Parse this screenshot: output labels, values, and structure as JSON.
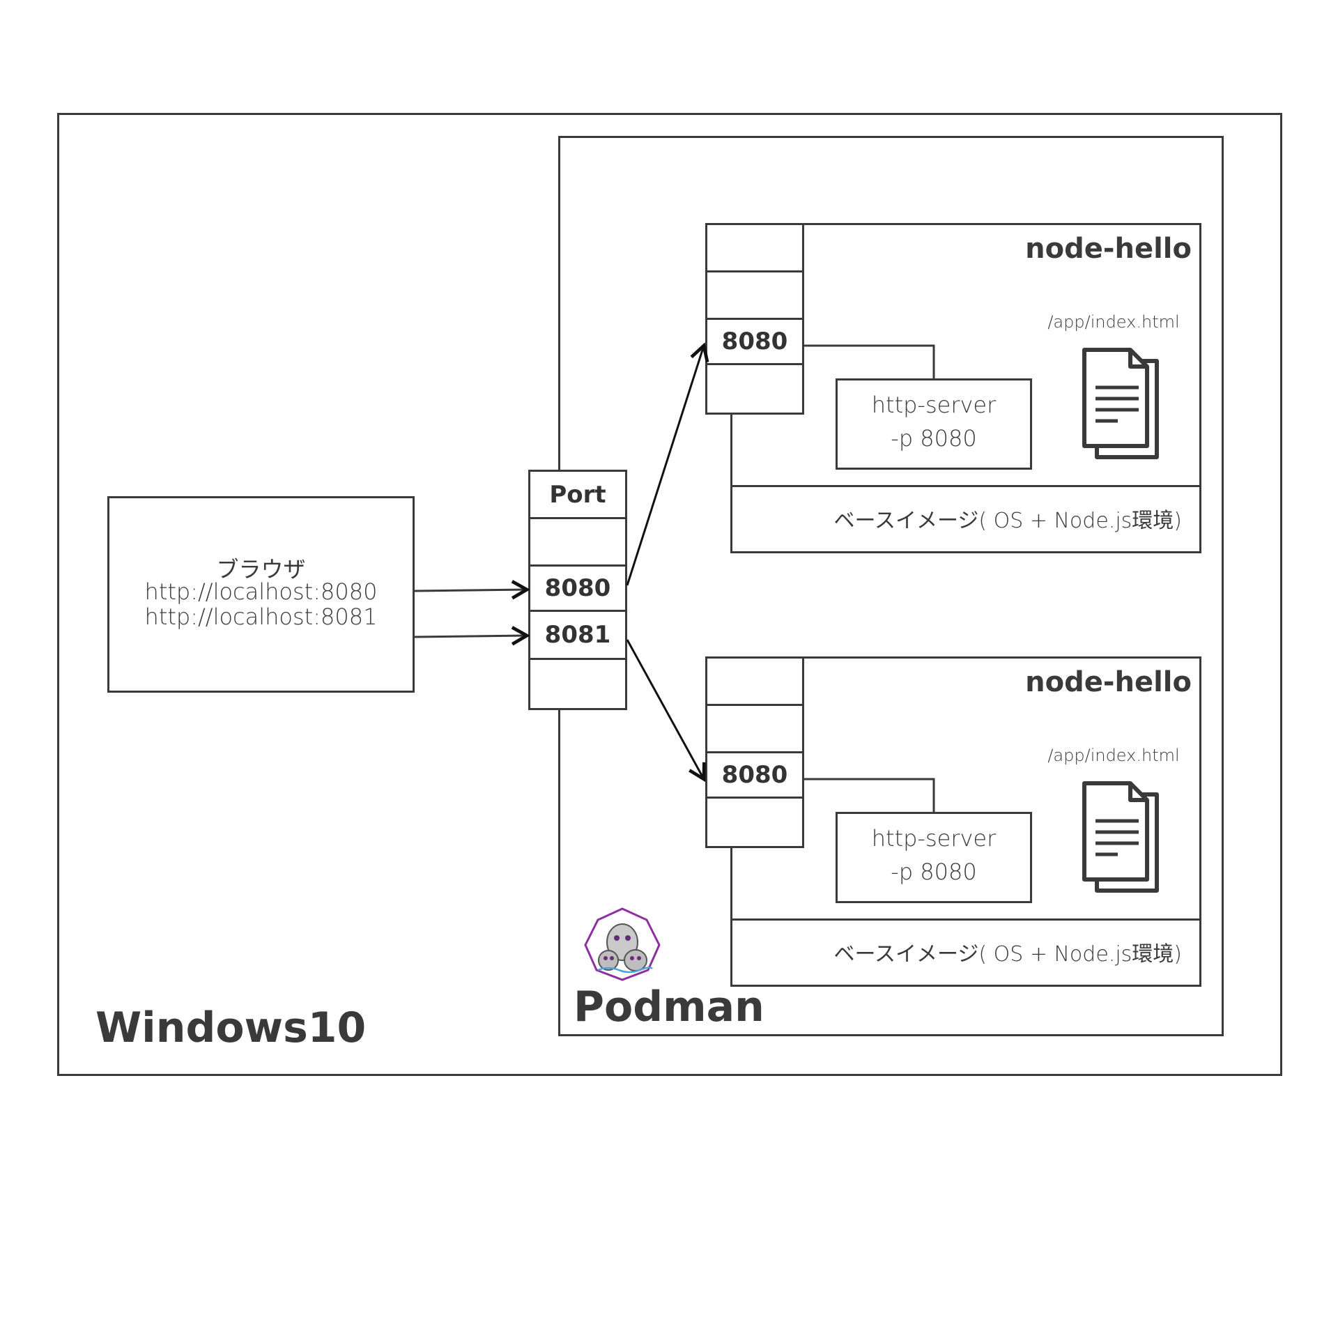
{
  "host": {
    "label": "Windows10"
  },
  "runtime": {
    "label": "Podman",
    "logo_icon": "podman-seals-icon"
  },
  "browser": {
    "title": "ブラウザ",
    "urls": [
      "http://localhost:8080",
      "http://localhost:8081"
    ]
  },
  "host_ports": {
    "header": "Port",
    "ports": [
      "8080",
      "8081"
    ]
  },
  "containers": [
    {
      "name": "node-hello",
      "port": "8080",
      "server_line1": "http-server",
      "server_line2": "-p 8080",
      "file_path": "/app/index.html",
      "file_icon": "document-icon",
      "base_image": "ベースイメージ( OS + Node.js環境)"
    },
    {
      "name": "node-hello",
      "port": "8080",
      "server_line1": "http-server",
      "server_line2": "-p 8080",
      "file_path": "/app/index.html",
      "file_icon": "document-icon",
      "base_image": "ベースイメージ( OS + Node.js環境)"
    }
  ],
  "colors": {
    "line": "#3a3a3a",
    "arrow": "#111111",
    "podman_logo": "#8e2fa0"
  }
}
